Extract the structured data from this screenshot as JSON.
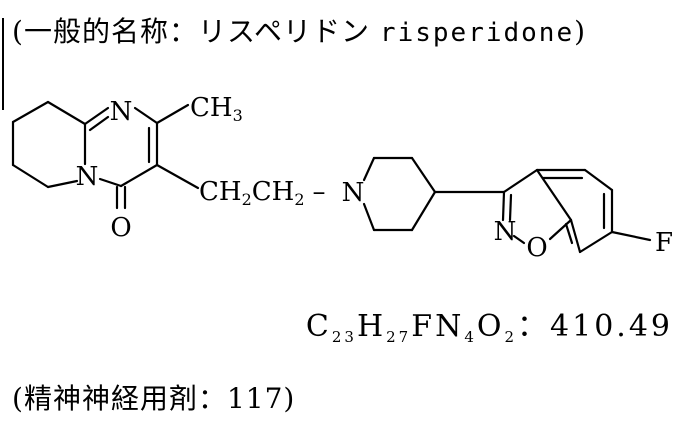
{
  "generic_name": {
    "open_paren": "(",
    "label": "一般的名称",
    "separator": "：",
    "japanese": "リスペリドン",
    "english": "risperidone",
    "close_paren": ")"
  },
  "structure": {
    "atoms": {
      "N1": "N",
      "N2": "N",
      "O_ketone": "O",
      "methyl": "CH",
      "methyl_sub": "3",
      "linker_1": "CH",
      "linker_1_sub": "2",
      "linker_2": "CH",
      "linker_2_sub": "2",
      "linker_dash": "–",
      "piperidine_N": "N",
      "isoxazole_N": "N",
      "isoxazole_O": "O",
      "fluorine": "F"
    }
  },
  "formula": {
    "c": "C",
    "c_n": "23",
    "h": "H",
    "h_n": "27",
    "f": "F",
    "n": "N",
    "n_n": "4",
    "o": "O",
    "o_n": "2",
    "separator": "：",
    "weight": "410.49"
  },
  "drug_class": {
    "open_paren": "(",
    "label": "精神神経用剤",
    "separator": "：",
    "code": "117",
    "close_paren": ")"
  }
}
